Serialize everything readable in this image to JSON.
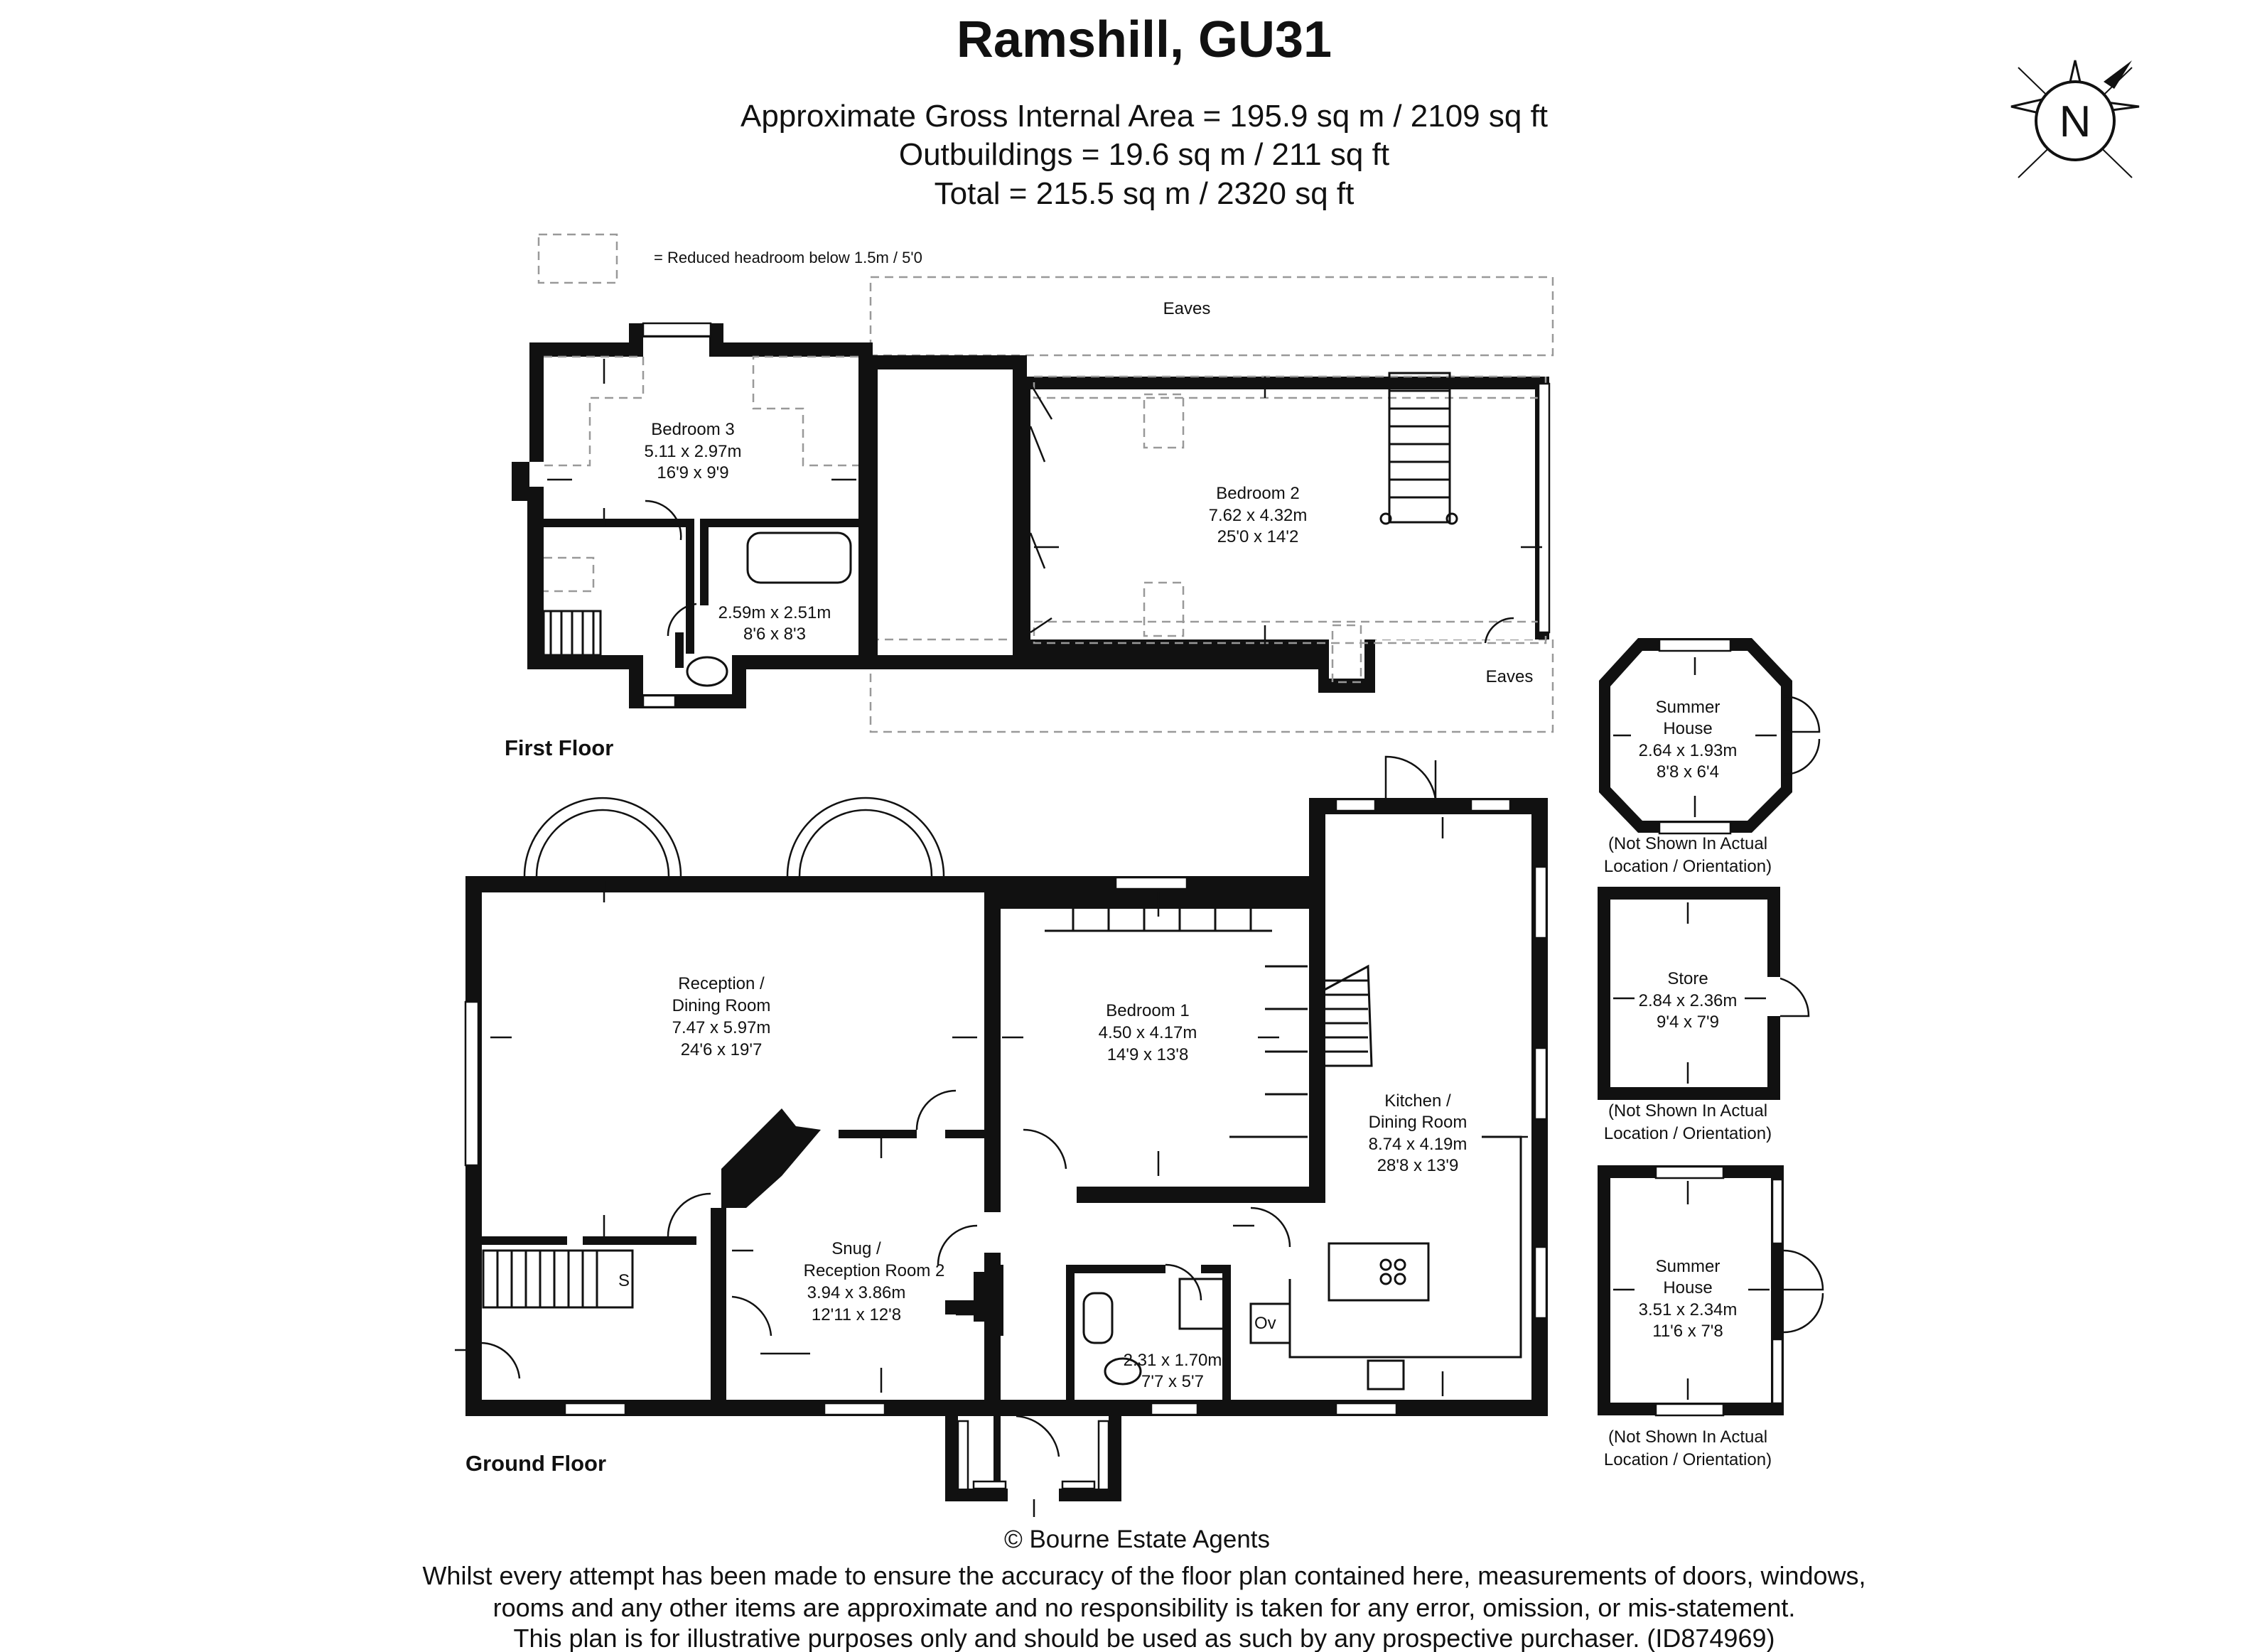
{
  "header": {
    "title": "Ramshill, GU31",
    "area_line_1": "Approximate Gross Internal Area = 195.9 sq m / 2109 sq ft",
    "area_line_2": "Outbuildings = 19.6 sq m / 211 sq ft",
    "area_line_3": "Total = 215.5 sq m / 2320 sq ft"
  },
  "compass": {
    "label": "N"
  },
  "legend": {
    "text": "= Reduced headroom below 1.5m / 5'0"
  },
  "first_floor": {
    "label": "First Floor",
    "eaves_top": "Eaves",
    "eaves_bottom": "Eaves",
    "bedroom3": {
      "name": "Bedroom 3",
      "metric": "5.11 x 2.97m",
      "imperial": "16'9 x 9'9"
    },
    "bathroom": {
      "metric": "2.59m x 2.51m",
      "imperial": "8'6 x 8'3"
    },
    "bedroom2": {
      "name": "Bedroom 2",
      "metric": "7.62 x 4.32m",
      "imperial": "25'0 x 14'2"
    }
  },
  "ground_floor": {
    "label": "Ground Floor",
    "reception": {
      "name_1": "Reception /",
      "name_2": "Dining Room",
      "metric": "7.47 x 5.97m",
      "imperial": "24'6 x 19'7"
    },
    "bedroom1": {
      "name": "Bedroom 1",
      "metric": "4.50 x 4.17m",
      "imperial": "14'9 x 13'8"
    },
    "kitchen": {
      "name_1": "Kitchen /",
      "name_2": "Dining Room",
      "metric": "8.74 x 4.19m",
      "imperial": "28'8 x 13'9"
    },
    "snug": {
      "name_1": "Snug /",
      "name_2": "Reception Room 2",
      "metric": "3.94 x 3.86m",
      "imperial": "12'11 x 12'8"
    },
    "shower": {
      "metric": "2.31 x 1.70m",
      "imperial": "7'7 x 5'7"
    },
    "store_mark": "S",
    "oven_mark": "Ov"
  },
  "outbuildings": {
    "summer_house_1": {
      "name_1": "Summer",
      "name_2": "House",
      "metric": "2.64 x 1.93m",
      "imperial": "8'8 x 6'4"
    },
    "store": {
      "name": "Store",
      "metric": "2.84 x 2.36m",
      "imperial": "9'4 x 7'9"
    },
    "summer_house_2": {
      "name_1": "Summer",
      "name_2": "House",
      "metric": "3.51 x 2.34m",
      "imperial": "11'6 x 7'8"
    },
    "note_line_1": "(Not Shown In Actual",
    "note_line_2": "Location / Orientation)"
  },
  "footer": {
    "credit": "© Bourne Estate Agents",
    "disclaimer_1": "Whilst every attempt has been made to ensure the accuracy of the floor plan contained here, measurements of doors, windows,",
    "disclaimer_2": "rooms and any other items are approximate and no responsibility is taken for any error, omission, or mis-statement.",
    "disclaimer_3": "This plan is for illustrative purposes only and should be used as such by any prospective purchaser. (ID874969)"
  }
}
